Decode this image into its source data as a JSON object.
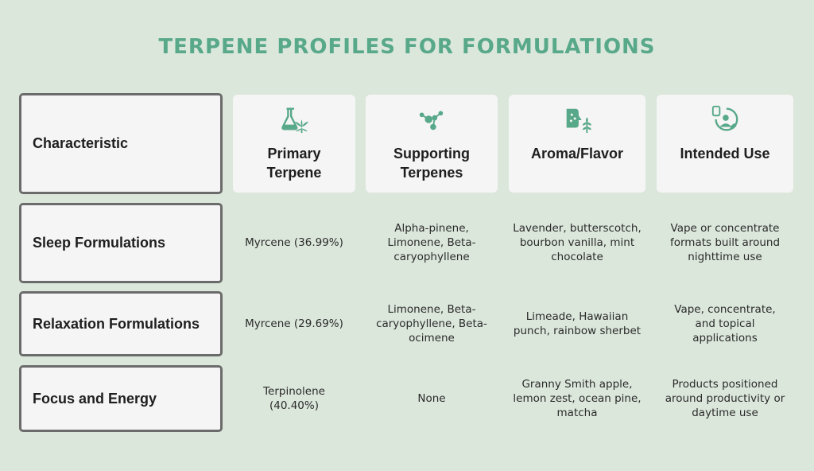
{
  "title": "Terpene Profiles for Formulations",
  "header": {
    "characteristic": "Characteristic",
    "columns": [
      {
        "label_line1": "Primary",
        "label_line2": "Terpene",
        "icon": "lab-flask-cannabis-leaf-icon"
      },
      {
        "label_line1": "Supporting",
        "label_line2": "Terpenes",
        "icon": "molecule-icon"
      },
      {
        "label_line1": "Aroma/Flavor",
        "label_line2": "",
        "icon": "nose-leaf-icon"
      },
      {
        "label_line1": "Intended Use",
        "label_line2": "",
        "icon": "user-target-icon"
      }
    ]
  },
  "rows": [
    {
      "label": "Sleep Formulations",
      "primary": "Myrcene (36.99%)",
      "supporting": "Alpha-pinene, Limonene, Beta-caryophyllene",
      "aroma": "Lavender, butterscotch, bourbon vanilla, mint chocolate",
      "use": "Vape or concentrate formats built around nighttime use"
    },
    {
      "label": "Relaxation Formulations",
      "primary": "Myrcene (29.69%)",
      "supporting": "Limonene, Beta-caryophyllene, Beta-ocimene",
      "aroma": "Limeade, Hawaiian punch, rainbow sherbet",
      "use": "Vape, concentrate, and topical applications"
    },
    {
      "label": "Focus and Energy",
      "primary": "Terpinolene (40.40%)",
      "supporting": "None",
      "aroma": "Granny Smith apple, lemon zest, ocean pine, matcha",
      "use": "Products positioned around productivity or daytime use"
    }
  ],
  "colors": {
    "background": "#dce7dc",
    "accent": "#58a88a",
    "card": "#f5f5f5",
    "border": "#6b6b6b"
  }
}
